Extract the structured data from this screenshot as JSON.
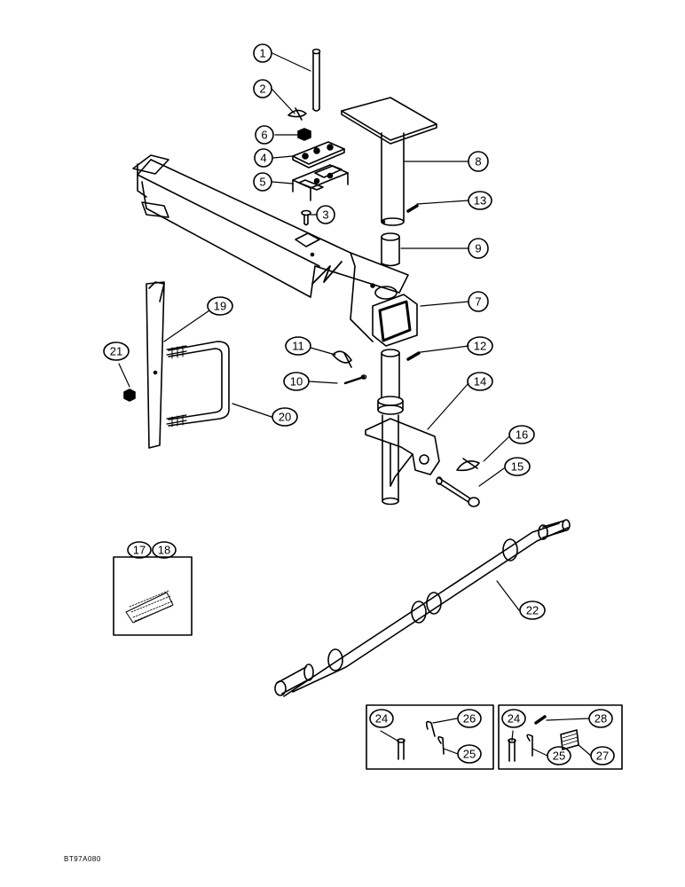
{
  "figure_ref": "BT97A080",
  "callouts": {
    "c1": "1",
    "c2": "2",
    "c3": "3",
    "c4": "4",
    "c5": "5",
    "c6": "6",
    "c7": "7",
    "c8": "8",
    "c9": "9",
    "c10": "10",
    "c11": "11",
    "c12": "12",
    "c13": "13",
    "c14": "14",
    "c15": "15",
    "c16": "16",
    "c17": "17",
    "c18": "18",
    "c19": "19",
    "c20": "20",
    "c21": "21",
    "c22": "22",
    "b1_24": "24",
    "b1_26": "26",
    "b1_25": "25",
    "b2_24": "24",
    "b2_28": "28",
    "b2_25": "25",
    "b2_27": "27"
  }
}
